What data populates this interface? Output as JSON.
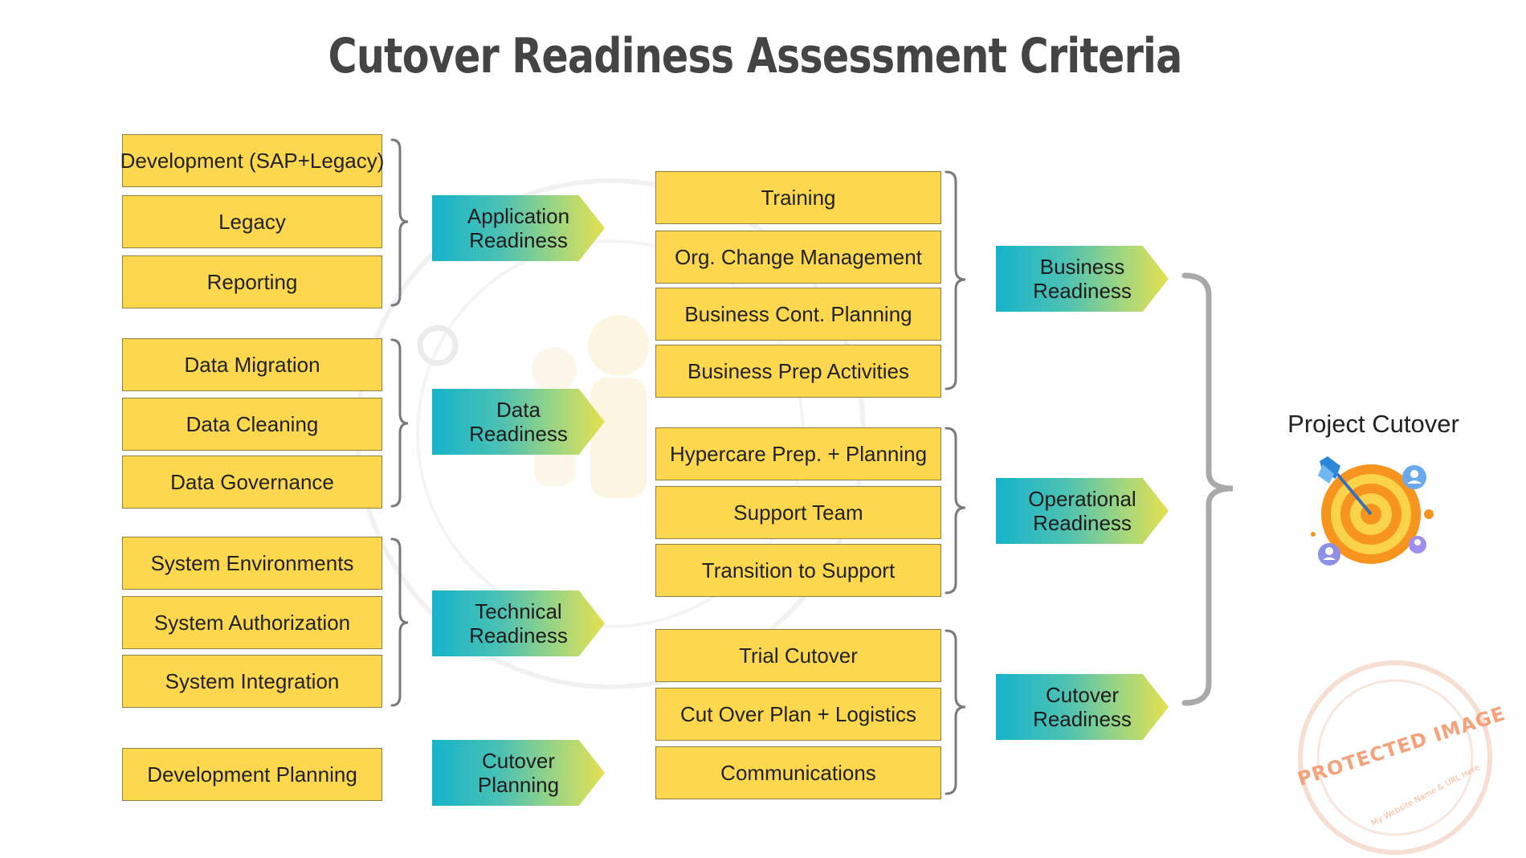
{
  "title": "Cutover Readiness Assessment Criteria",
  "sources": [
    "Development (SAP+Legacy)",
    "Legacy",
    "Reporting",
    "Data Migration",
    "Data Cleaning",
    "Data Governance",
    "System Environments",
    "System Authorization",
    "System Integration",
    "Development Planning"
  ],
  "readiness_groups": [
    "Application\nReadiness",
    "Data\nReadiness",
    "Technical\nReadiness",
    "Cutover\nPlanning"
  ],
  "activities": [
    "Training",
    "Org. Change Management",
    "Business Cont. Planning",
    "Business Prep Activities",
    "Hypercare Prep. + Planning",
    "Support Team",
    "Transition to Support",
    "Trial Cutover",
    "Cut Over Plan + Logistics",
    "Communications"
  ],
  "readiness_areas": [
    "Business\nReadiness",
    "Operational\nReadiness",
    "Cutover\nReadiness"
  ],
  "goal": {
    "label": "Project Cutover",
    "icon": "target-icon"
  },
  "watermark": {
    "stamp": "PROTECTED IMAGE",
    "stamp_subtext": "My Website Name & URL Here"
  },
  "colors": {
    "box_fill": "#fdd84e",
    "box_border": "#8d8042",
    "arrow_gradient_start": "#15b4cb",
    "arrow_gradient_end": "#e5e04f",
    "bracket": "#7a7a7a",
    "big_bracket": "#a9a9a9"
  }
}
